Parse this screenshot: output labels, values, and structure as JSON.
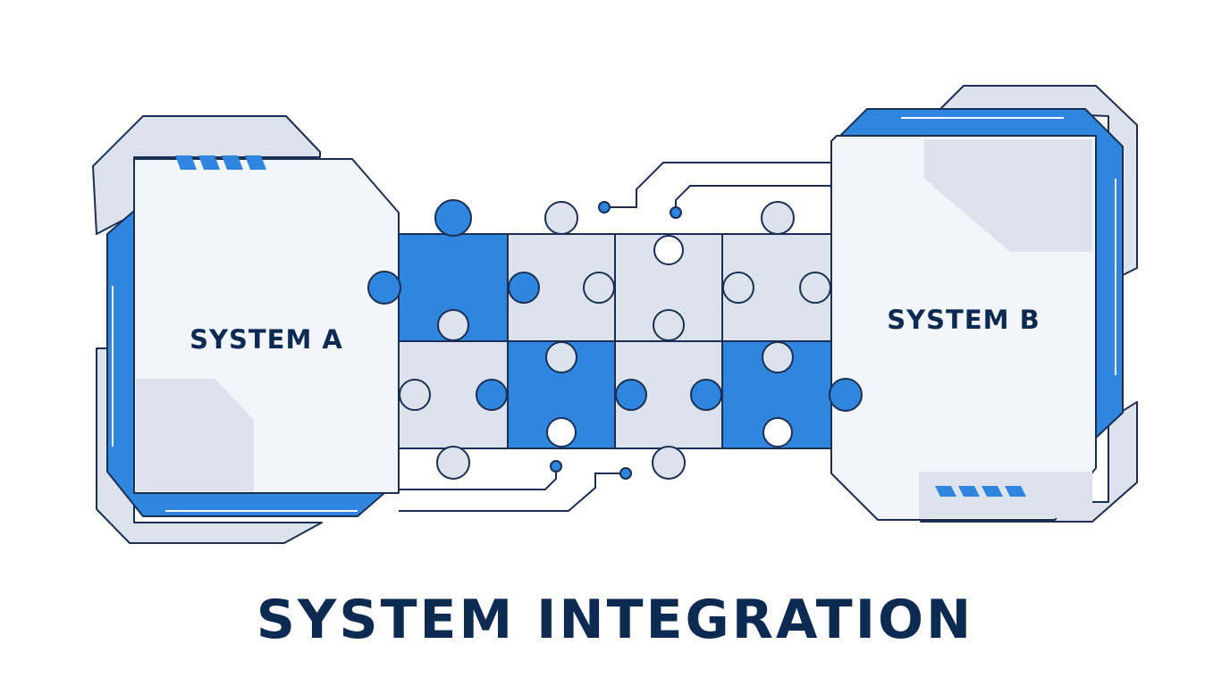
{
  "diagram": {
    "system_a": {
      "label": "SYSTEM A"
    },
    "system_b": {
      "label": "SYSTEM B"
    },
    "title": "SYSTEM INTEGRATION"
  },
  "colors": {
    "outline": "#1b2f55",
    "accent_blue": "#2f86df",
    "light_gray": "#dde3ec",
    "panel": "#f2f5f9",
    "text": "#0d2a52"
  },
  "puzzle": {
    "rows": 2,
    "cols": 4,
    "blue_tiles": [
      [
        0,
        0
      ],
      [
        1,
        1
      ],
      [
        1,
        3
      ]
    ],
    "description_icon": "puzzle-pieces-icon"
  }
}
